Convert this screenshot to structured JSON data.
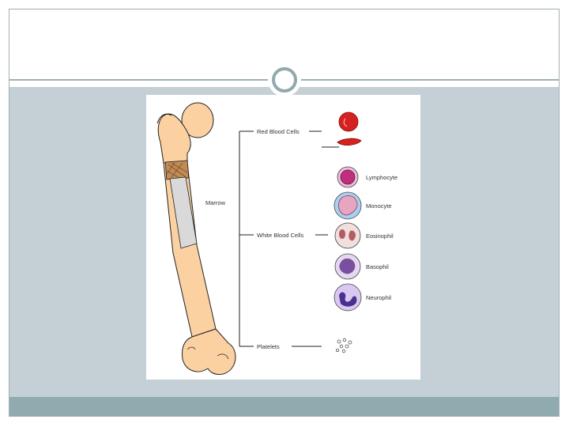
{
  "slide": {
    "colors": {
      "frame": "#9fb0b4",
      "content_background": "#c4d0d6",
      "footer_bar": "#8fabaf",
      "ornament_ring": "#92a9ad",
      "bone": "#fbd1a2",
      "marrow": "#d9d9d9",
      "red_blood_cell": "#d62121"
    }
  },
  "diagram": {
    "marrow_label": "Marrow",
    "groups": {
      "red": "Red Blood Cells",
      "white": "White Blood Cells",
      "platelets": "Platelets"
    },
    "white_cells": [
      {
        "label": "Lymphocyte",
        "icon": "lymphocyte-icon"
      },
      {
        "label": "Monocyte",
        "icon": "monocyte-icon"
      },
      {
        "label": "Eosinophil",
        "icon": "eosinophil-icon"
      },
      {
        "label": "Basophil",
        "icon": "basophil-icon"
      },
      {
        "label": "Neurophil",
        "icon": "neutrophil-icon"
      }
    ]
  }
}
